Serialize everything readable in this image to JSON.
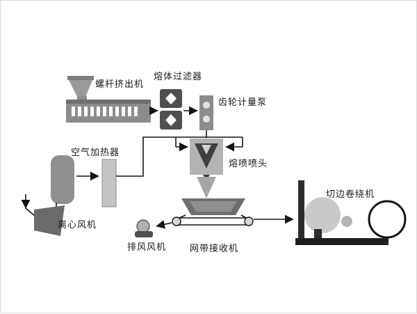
{
  "diagram": {
    "title_hint": "melt-blown-process-flow",
    "labels": {
      "extruder": "螺杆挤出机",
      "melt_filter": "熔体过滤器",
      "gear_pump": "齿轮计量泵",
      "air_heater": "空气加热器",
      "centrifugal_fan": "离心风机",
      "die_head": "熔喷喷头",
      "exhaust_fan": "排风风机",
      "belt_receiver": "网带接收机",
      "winder": "切边卷绕机"
    },
    "colors": {
      "dark": "#3f3f3f",
      "mid": "#8c8c8c",
      "light": "#c4c4c4",
      "line": "#141414",
      "background": "#ffffff"
    }
  }
}
